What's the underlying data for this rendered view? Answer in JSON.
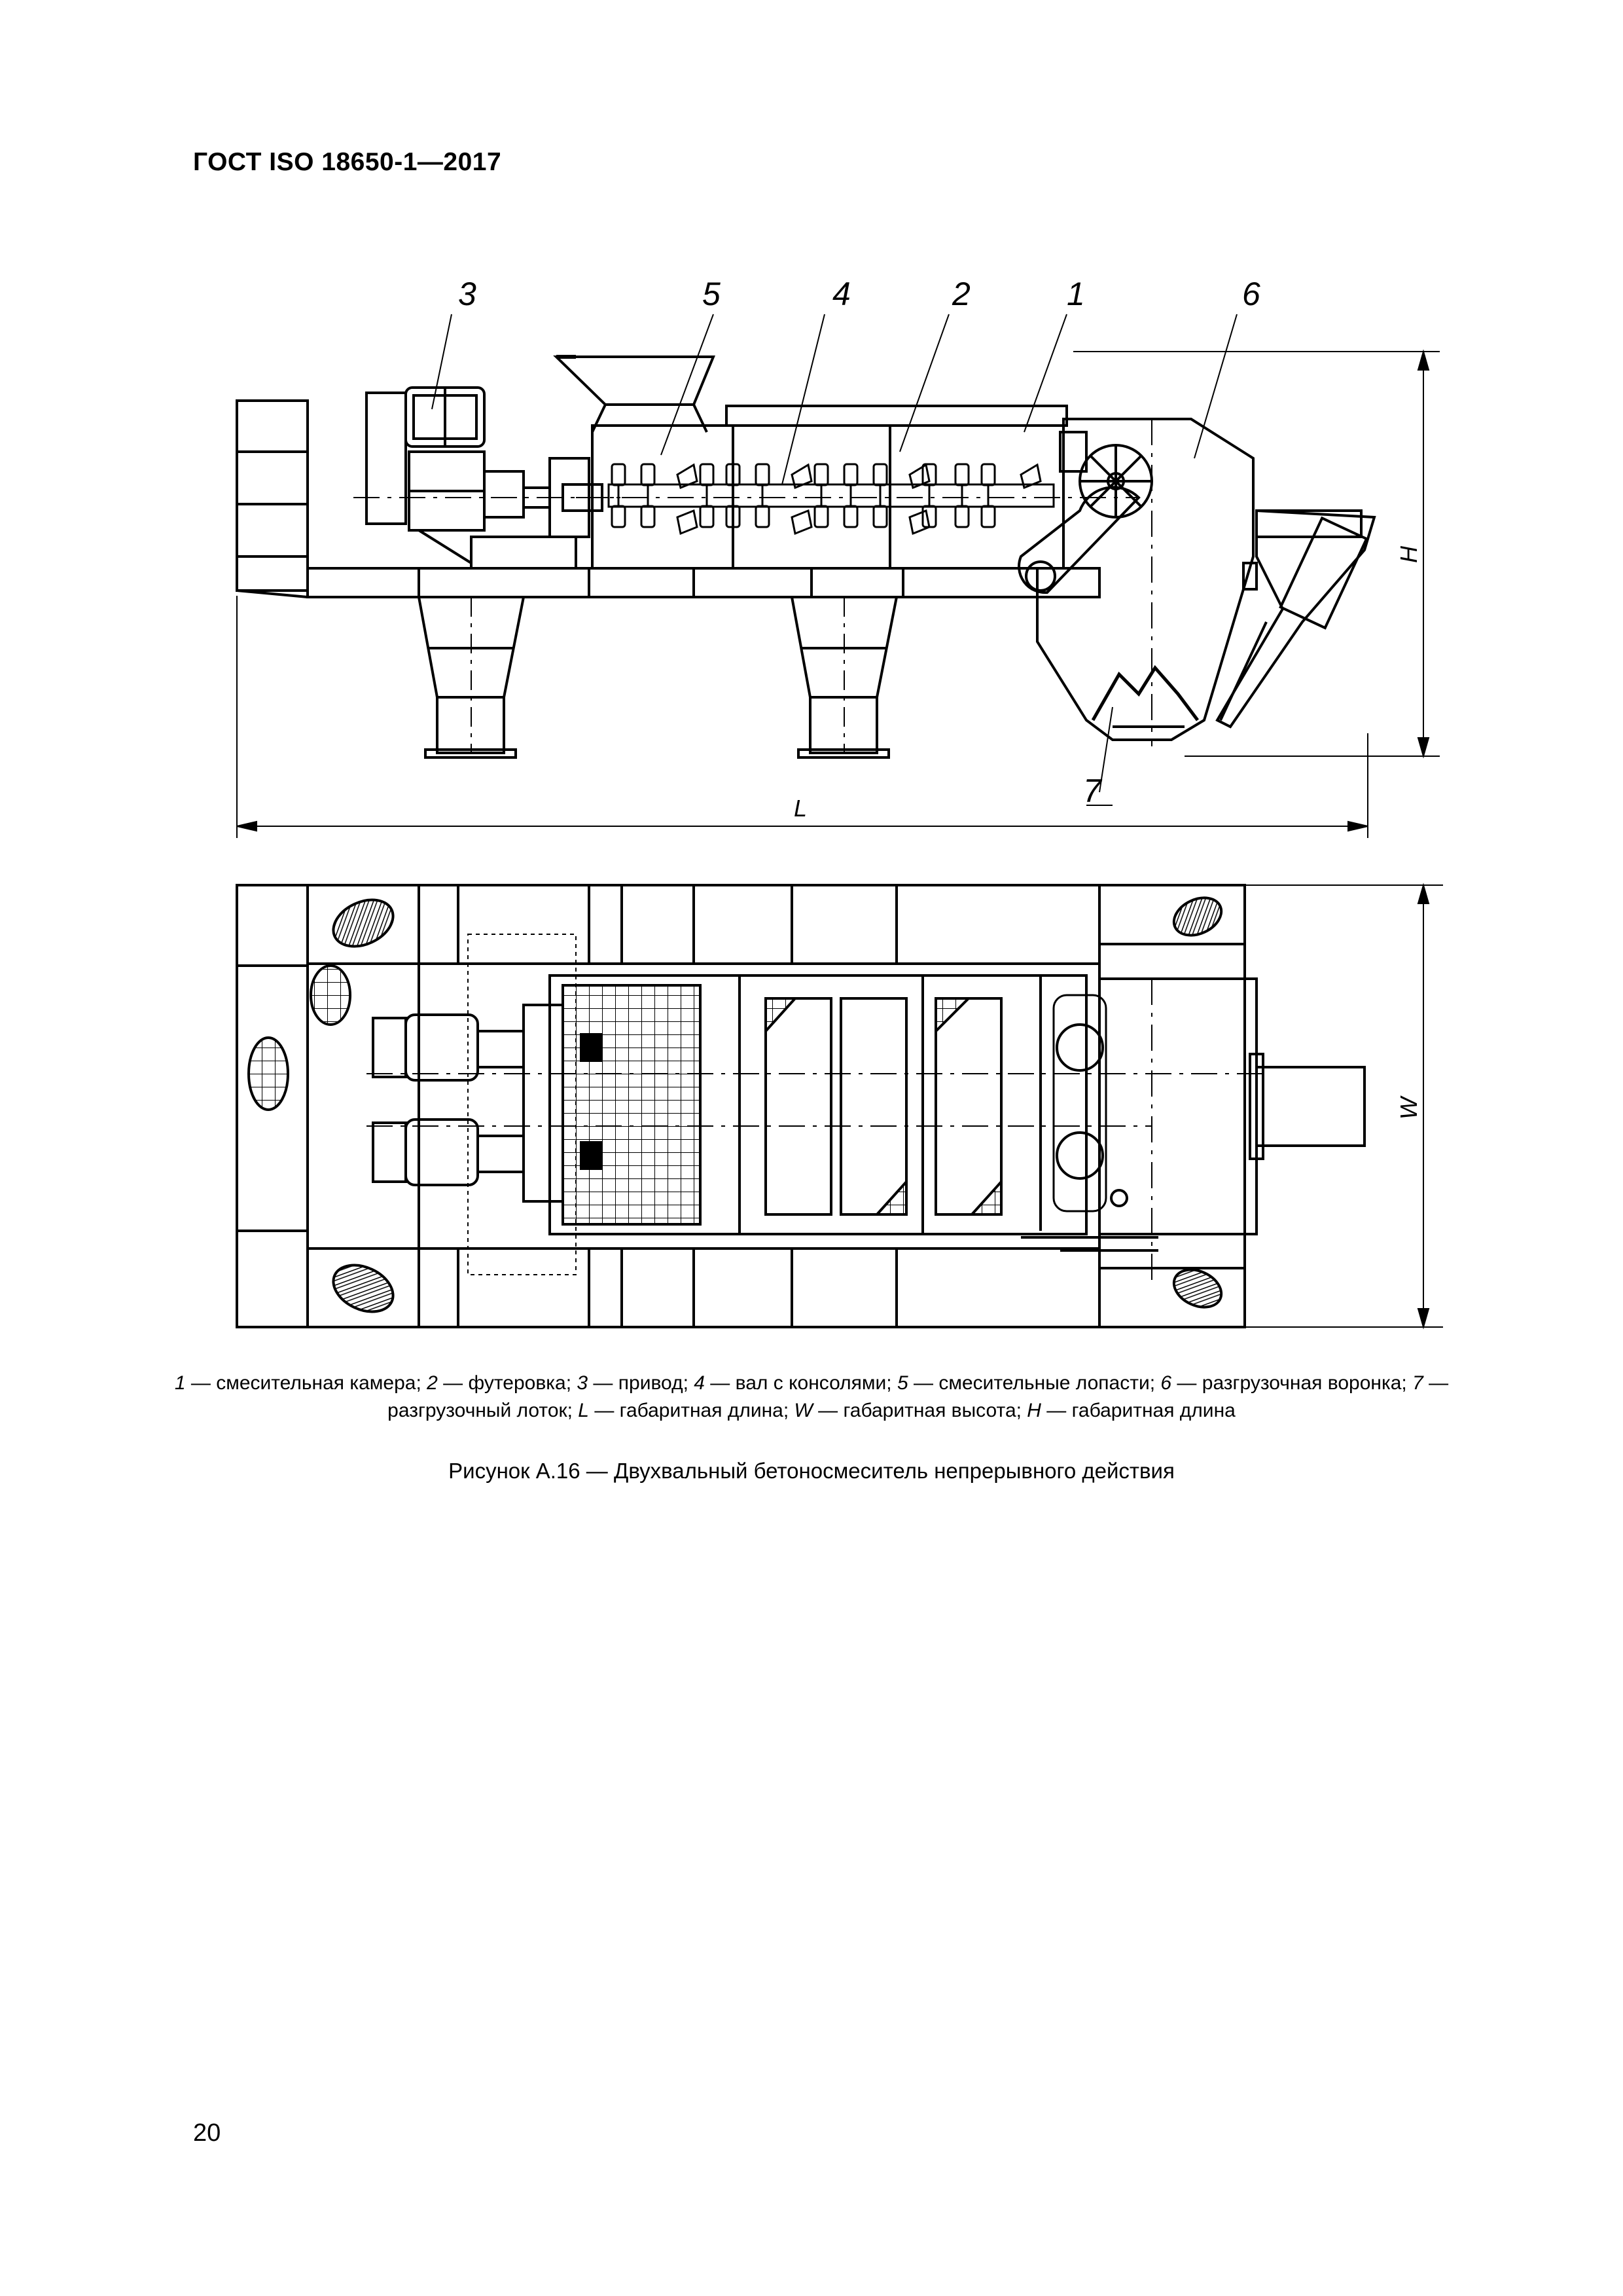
{
  "header": {
    "doc_id": "ГОСТ ISO 18650-1—2017"
  },
  "figure": {
    "callouts": [
      "3",
      "5",
      "4",
      "2",
      "1",
      "6",
      "7"
    ],
    "dimensions": {
      "length": "L",
      "height": "H",
      "width": "W"
    }
  },
  "legend": {
    "items": [
      {
        "num": "1",
        "text": " — смесительная камера; "
      },
      {
        "num": "2",
        "text": " — футеровка; "
      },
      {
        "num": "3",
        "text": " — привод; "
      },
      {
        "num": "4",
        "text": " — вал с консолями; "
      },
      {
        "num": "5",
        "text": " — смесительные лопасти; "
      },
      {
        "num": "6",
        "text": " — разгрузочная воронка; "
      },
      {
        "num": "7",
        "text": " — разгрузочный лоток; "
      },
      {
        "num": "L",
        "text": " — габаритная длина; "
      },
      {
        "num": "W",
        "text": " — габаритная высота; "
      },
      {
        "num": "H",
        "text": " — габаритная длина"
      }
    ]
  },
  "caption": "Рисунок  А.16 — Двухвальный бетоносмеситель непрерывного действия",
  "page_number": "20"
}
